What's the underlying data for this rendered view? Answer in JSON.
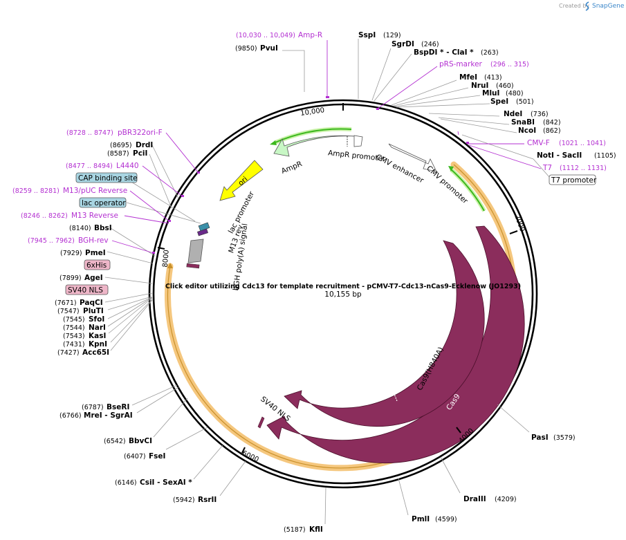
{
  "header": {
    "created_by": "Created by",
    "brand": "SnapGene"
  },
  "plasmid": {
    "title": "Click editor utilizing Cdc13 for template recruitment - pCMV-T7-Cdc13-nCas9-Ecklenow (JO1293)",
    "size_label": "10,155 bp",
    "length": 10155
  },
  "ruler": [
    "10,000",
    "2000",
    "4000",
    "6000",
    "8000"
  ],
  "colors": {
    "feature_text": "#b32fd1",
    "cas9": "#8b2d5c",
    "ampr": "#c8f7c5",
    "ori": "#ffff00",
    "highlight": "#f5c77e",
    "primer": "#3cb81e",
    "box_blue": "#a8d5e2",
    "box_pink": "#eeb6c8"
  },
  "enzymes": [
    {
      "name": "SspI",
      "pos": "(129)"
    },
    {
      "name": "SgrDI",
      "pos": "(246)"
    },
    {
      "name": "BspDI * - ClaI *",
      "pos": "(263)"
    },
    {
      "name": "MfeI",
      "pos": "(413)"
    },
    {
      "name": "NruI",
      "pos": "(460)"
    },
    {
      "name": "MluI",
      "pos": "(480)"
    },
    {
      "name": "SpeI",
      "pos": "(501)"
    },
    {
      "name": "NdeI",
      "pos": "(736)"
    },
    {
      "name": "SnaBI",
      "pos": "(842)"
    },
    {
      "name": "NcoI",
      "pos": "(862)"
    },
    {
      "name": "NotI - SacII",
      "pos": "(1105)"
    },
    {
      "name": "PasI",
      "pos": "(3579)"
    },
    {
      "name": "DraIII",
      "pos": "(4209)"
    },
    {
      "name": "PmlI",
      "pos": "(4599)"
    },
    {
      "name": "KflI",
      "pos": "(5187)"
    },
    {
      "name": "RsrII",
      "pos": "(5942)"
    },
    {
      "name": "CsiI - SexAI *",
      "pos": "(6146)"
    },
    {
      "name": "FseI",
      "pos": "(6407)"
    },
    {
      "name": "BbvCI",
      "pos": "(6542)"
    },
    {
      "name": "MreI - SgrAI",
      "pos": "(6766)"
    },
    {
      "name": "BseRI",
      "pos": "(6787)"
    },
    {
      "name": "Acc65I",
      "pos": "(7427)"
    },
    {
      "name": "KpnI",
      "pos": "(7431)"
    },
    {
      "name": "KasI",
      "pos": "(7543)"
    },
    {
      "name": "NarI",
      "pos": "(7544)"
    },
    {
      "name": "SfoI",
      "pos": "(7545)"
    },
    {
      "name": "PluTI",
      "pos": "(7547)"
    },
    {
      "name": "PaqCI",
      "pos": "(7671)"
    },
    {
      "name": "AgeI",
      "pos": "(7899)"
    },
    {
      "name": "PmeI",
      "pos": "(7929)"
    },
    {
      "name": "BbsI",
      "pos": "(8140)"
    },
    {
      "name": "PciI",
      "pos": "(8587)"
    },
    {
      "name": "DrdI",
      "pos": "(8695)"
    },
    {
      "name": "PvuI",
      "pos": "(9850)"
    }
  ],
  "features": [
    {
      "name": "Amp-R",
      "range": "(10,030 .. 10,049)"
    },
    {
      "name": "pRS-marker",
      "range": "(296 .. 315)"
    },
    {
      "name": "CMV-F",
      "range": "(1021 .. 1041)"
    },
    {
      "name": "T7",
      "range": "(1112 .. 1131)"
    },
    {
      "name": "pBR322ori-F",
      "range": "(8728 .. 8747)"
    },
    {
      "name": "L4440",
      "range": "(8477 .. 8494)"
    },
    {
      "name": "M13/pUC Reverse",
      "range": "(8259 .. 8281)"
    },
    {
      "name": "M13 Reverse",
      "range": "(8246 .. 8262)"
    },
    {
      "name": "BGH-rev",
      "range": "(7945 .. 7962)"
    }
  ],
  "boxed_features": [
    {
      "name": "T7 promoter"
    },
    {
      "name": "CAP binding site"
    },
    {
      "name": "lac operator"
    },
    {
      "name": "6xHis"
    },
    {
      "name": "SV40 NLS"
    }
  ],
  "arc_labels": {
    "ampr": "AmpR",
    "ampr_promoter": "AmpR promoter",
    "cmv_enhancer": "CMV enhancer",
    "cmv_promoter": "CMV promoter",
    "ori": "ori",
    "lac_promoter": "lac promoter",
    "m13_rev": "M13 rev",
    "bgh": "bGH poly(A) signal",
    "cas9": "Cas9",
    "cas9_h840a": "Cas9(H840A)",
    "sv40_nls": "SV40 NLS"
  }
}
